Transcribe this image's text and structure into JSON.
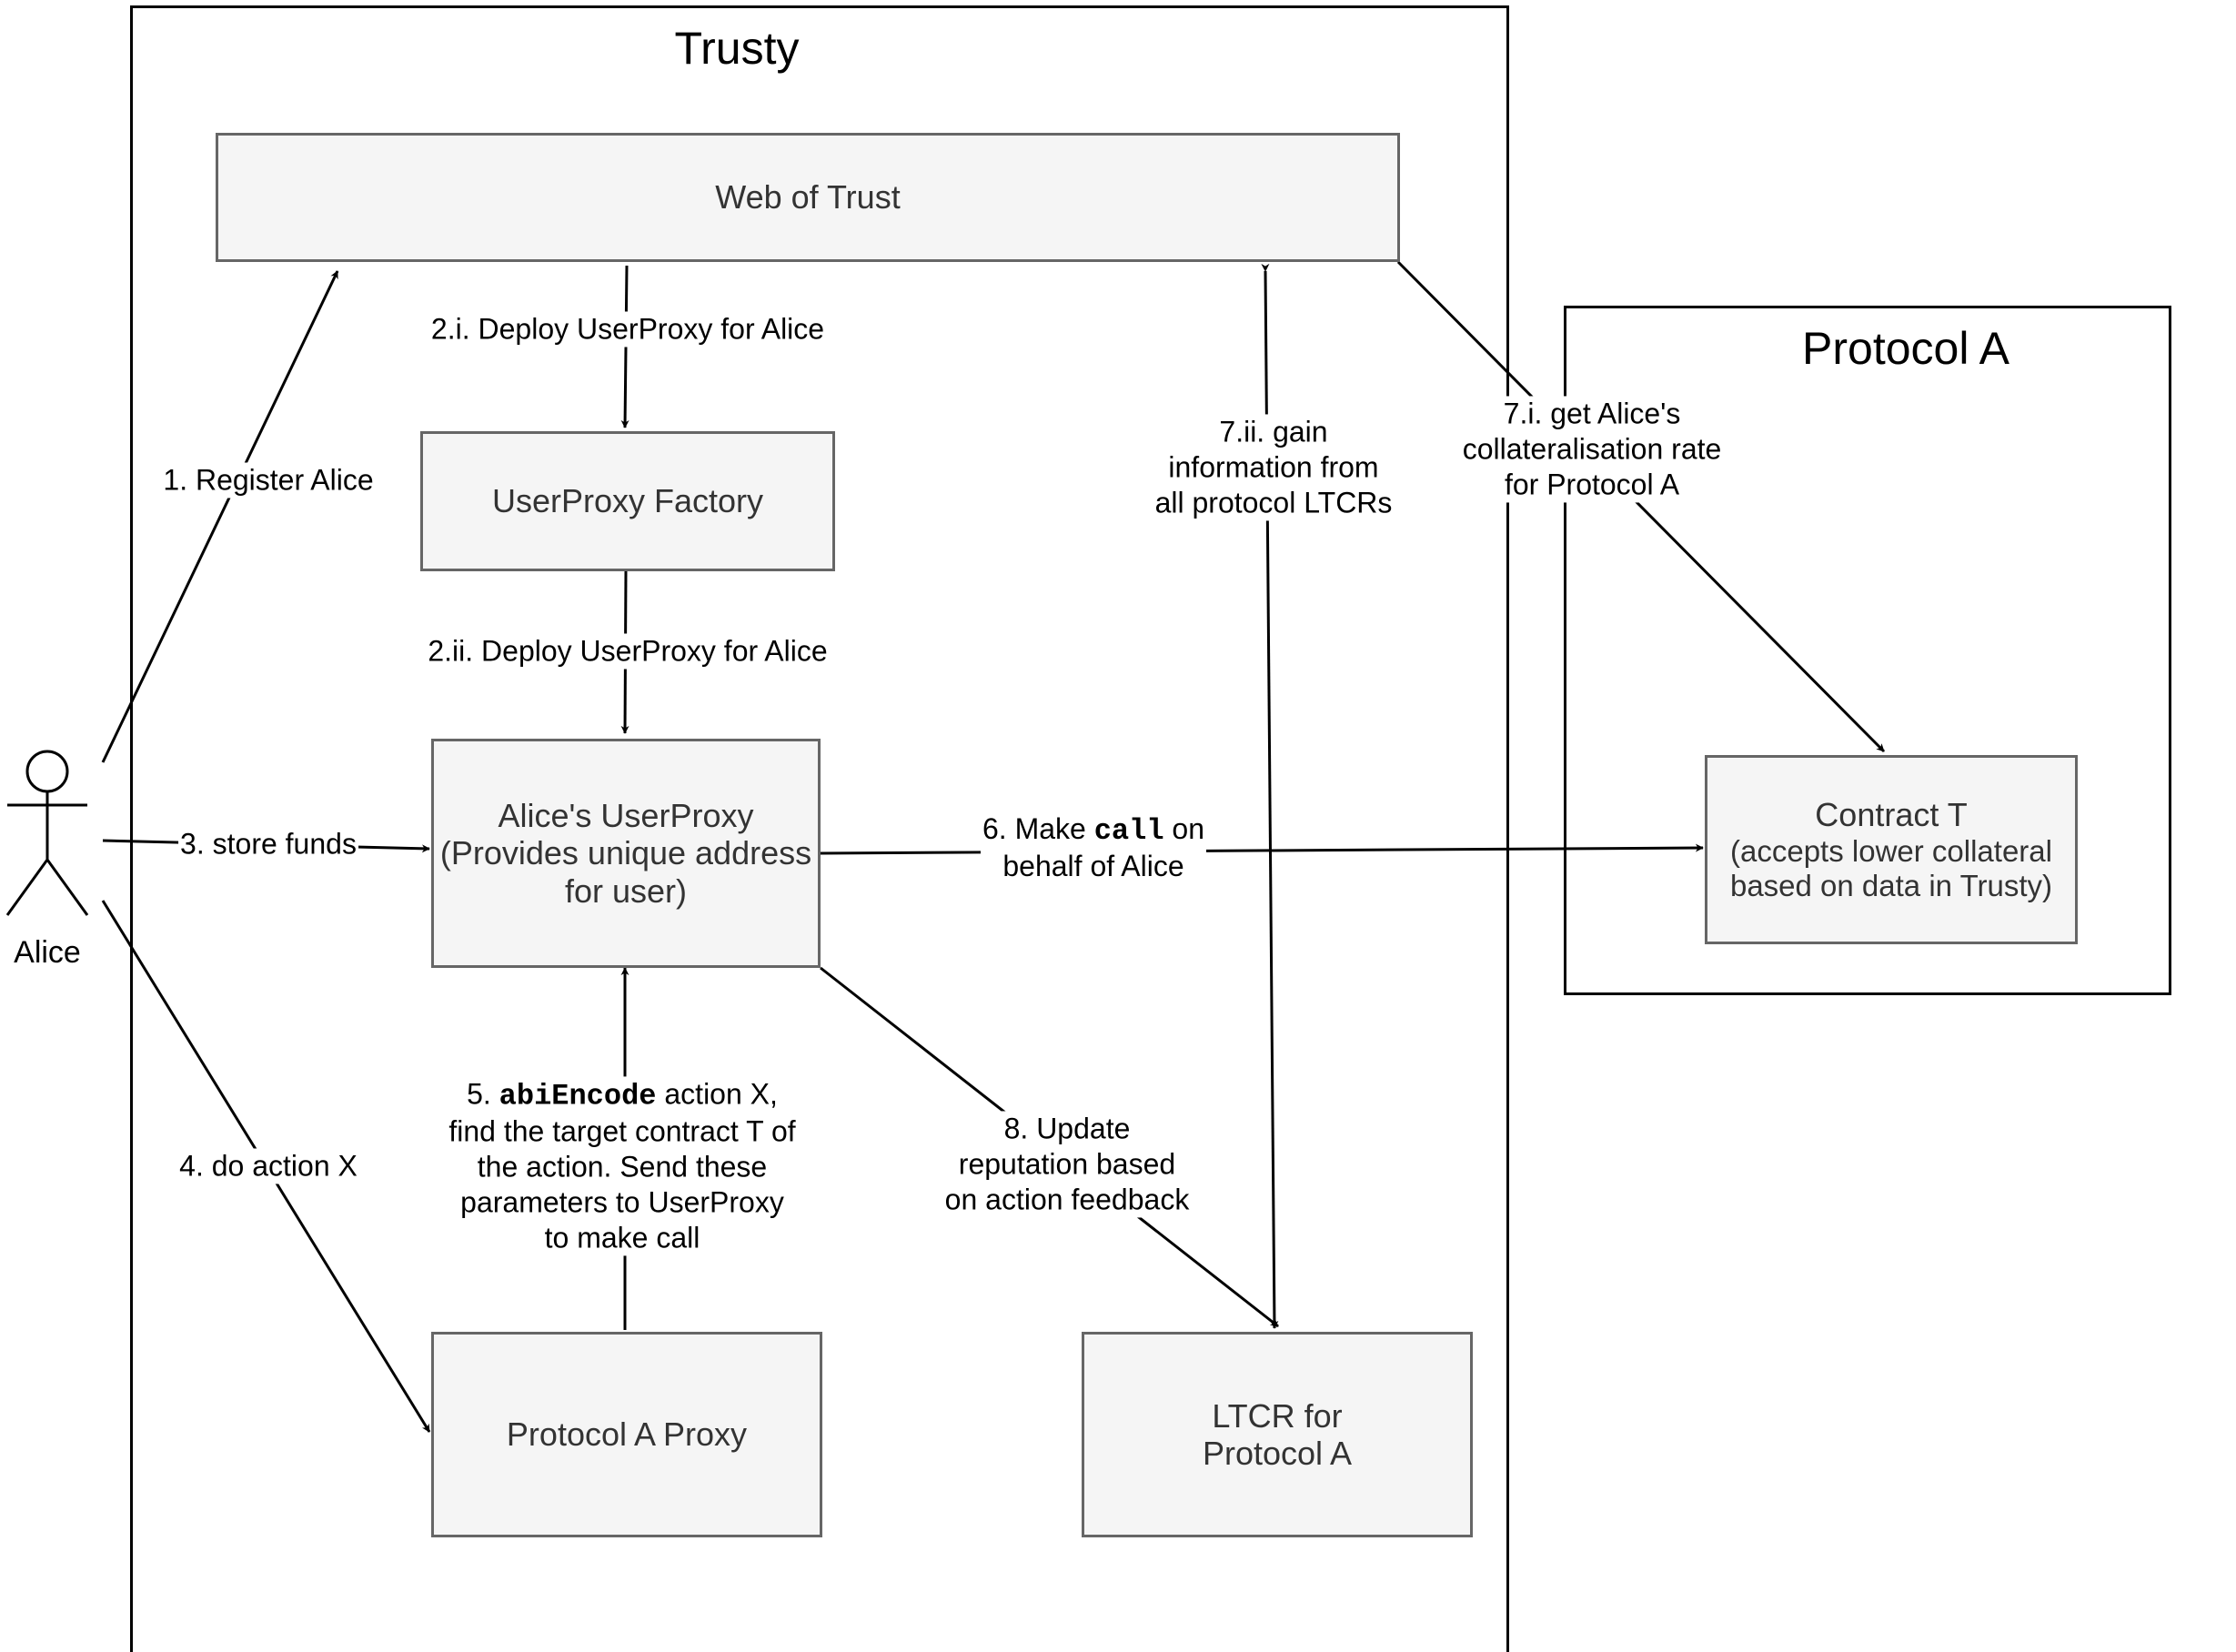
{
  "containers": {
    "trusty": "Trusty",
    "protocol_a": "Protocol A"
  },
  "actor": {
    "name": "Alice"
  },
  "nodes": {
    "web_of_trust": "Web of Trust",
    "userproxy_factory": "UserProxy Factory",
    "alice_userproxy": {
      "line1": "Alice's UserProxy",
      "line2": "(Provides unique address",
      "line3": "for user)"
    },
    "protocol_a_proxy": "Protocol A Proxy",
    "ltcr": {
      "line1": "LTCR for",
      "line2": "Protocol A"
    },
    "contract_t": {
      "line1": "Contract T",
      "line2": "(accepts lower collateral",
      "line3": "based on data in Trusty)"
    }
  },
  "edges": {
    "register": "1. Register Alice",
    "deploy_2i": "2.i. Deploy UserProxy for Alice",
    "deploy_2ii": "2.ii. Deploy UserProxy for Alice",
    "store_funds": "3. store funds",
    "do_action": "4. do action X",
    "step5": {
      "prefix": "5. ",
      "code": "abiEncode",
      "line1_rest": " action X,",
      "line2": "find the target contract T of",
      "line3": "the action. Send these",
      "line4": "parameters to UserProxy",
      "line5": "to make call"
    },
    "step6": {
      "prefix": "6. Make ",
      "code": "call",
      "line1_rest": " on",
      "line2": "behalf of Alice"
    },
    "step7i": {
      "line1": "7.i. get Alice's",
      "line2": "collateralisation rate",
      "line3": "for Protocol A"
    },
    "step7ii": {
      "line1": "7.ii. gain",
      "line2": "information from",
      "line3": "all protocol LTCRs"
    },
    "step8": {
      "line1": "8. Update",
      "line2": "reputation based",
      "line3": "on action feedback"
    }
  }
}
